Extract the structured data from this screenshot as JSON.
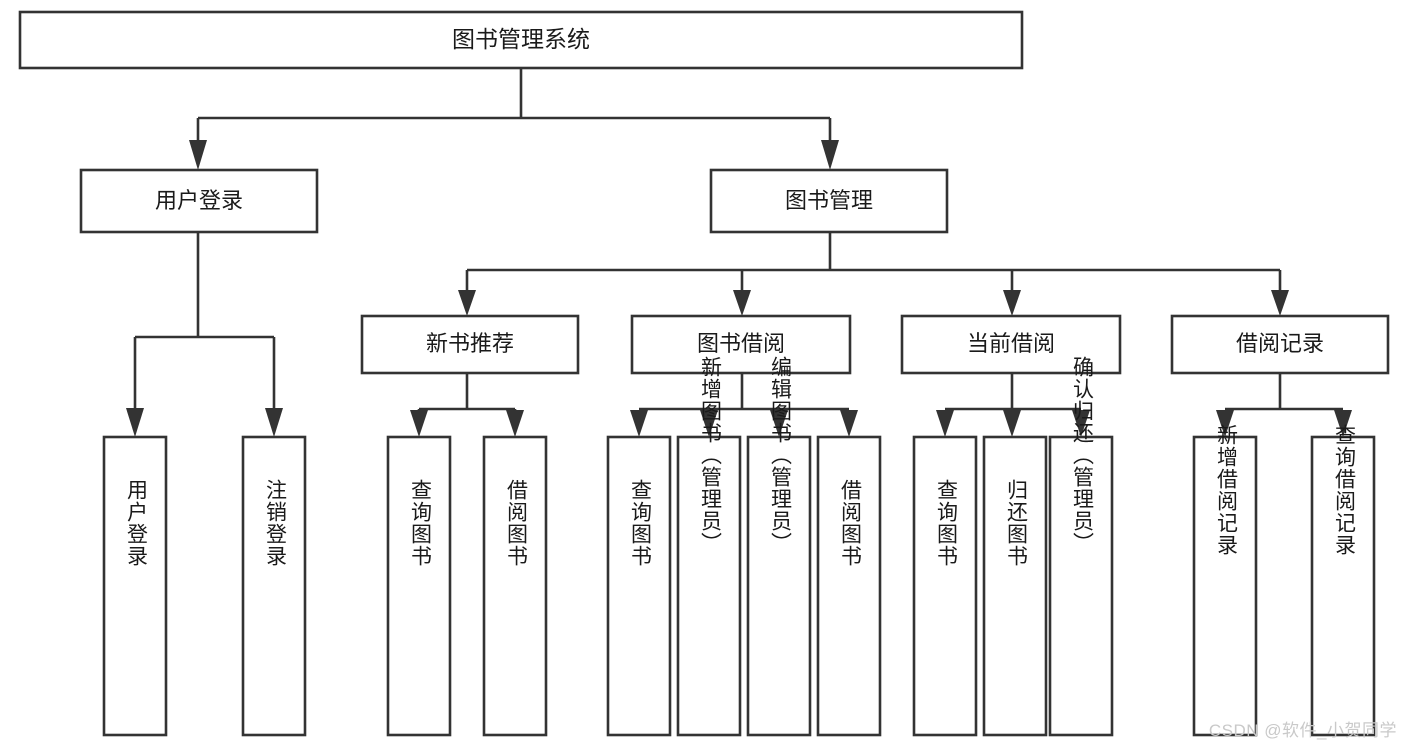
{
  "diagram": {
    "kind": "hierarchy-tree",
    "orientation": "top-down",
    "root": {
      "id": "root",
      "label": "图书管理系统",
      "text_orientation": "horizontal"
    },
    "level1": [
      {
        "id": "user-login",
        "label": "用户登录",
        "text_orientation": "horizontal"
      },
      {
        "id": "book-management",
        "label": "图书管理",
        "text_orientation": "horizontal"
      }
    ],
    "level2": [
      {
        "id": "new-book-recommend",
        "label": "新书推荐",
        "parent": "book-management",
        "text_orientation": "horizontal"
      },
      {
        "id": "book-borrow",
        "label": "图书借阅",
        "parent": "book-management",
        "text_orientation": "horizontal"
      },
      {
        "id": "current-borrow",
        "label": "当前借阅",
        "parent": "book-management",
        "text_orientation": "horizontal"
      },
      {
        "id": "borrow-record",
        "label": "借阅记录",
        "parent": "book-management",
        "text_orientation": "horizontal"
      }
    ],
    "leaves": [
      {
        "id": "leaf-user-login",
        "label": "用户登录",
        "parent": "user-login",
        "text_orientation": "vertical"
      },
      {
        "id": "leaf-logout",
        "label": "注销登录",
        "parent": "user-login",
        "text_orientation": "vertical"
      },
      {
        "id": "leaf-query-book-1",
        "label": "查询图书",
        "parent": "new-book-recommend",
        "text_orientation": "vertical"
      },
      {
        "id": "leaf-borrow-book-1",
        "label": "借阅图书",
        "parent": "new-book-recommend",
        "text_orientation": "vertical"
      },
      {
        "id": "leaf-query-book-2",
        "label": "查询图书",
        "parent": "book-borrow",
        "text_orientation": "vertical"
      },
      {
        "id": "leaf-add-book",
        "label": "新增图书（管理员）",
        "parent": "book-borrow",
        "text_orientation": "vertical"
      },
      {
        "id": "leaf-edit-book",
        "label": "编辑图书（管理员）",
        "parent": "book-borrow",
        "text_orientation": "vertical"
      },
      {
        "id": "leaf-borrow-book-2",
        "label": "借阅图书",
        "parent": "book-borrow",
        "text_orientation": "vertical"
      },
      {
        "id": "leaf-query-book-3",
        "label": "查询图书",
        "parent": "current-borrow",
        "text_orientation": "vertical"
      },
      {
        "id": "leaf-return-book",
        "label": "归还图书",
        "parent": "current-borrow",
        "text_orientation": "vertical"
      },
      {
        "id": "leaf-confirm-return",
        "label": "确认归还（管理员）",
        "parent": "current-borrow",
        "text_orientation": "vertical"
      },
      {
        "id": "leaf-add-record",
        "label": "新增借阅记录",
        "parent": "borrow-record",
        "text_orientation": "vertical"
      },
      {
        "id": "leaf-query-record",
        "label": "查询借阅记录",
        "parent": "borrow-record",
        "text_orientation": "vertical"
      }
    ]
  },
  "watermark": {
    "text": "CSDN @软件_小贺同学",
    "color": "#c9c9c9"
  },
  "style": {
    "background": "#ffffff",
    "stroke": "#333333",
    "box_fill": "#ffffff",
    "text_color": "#1a1a1a"
  }
}
